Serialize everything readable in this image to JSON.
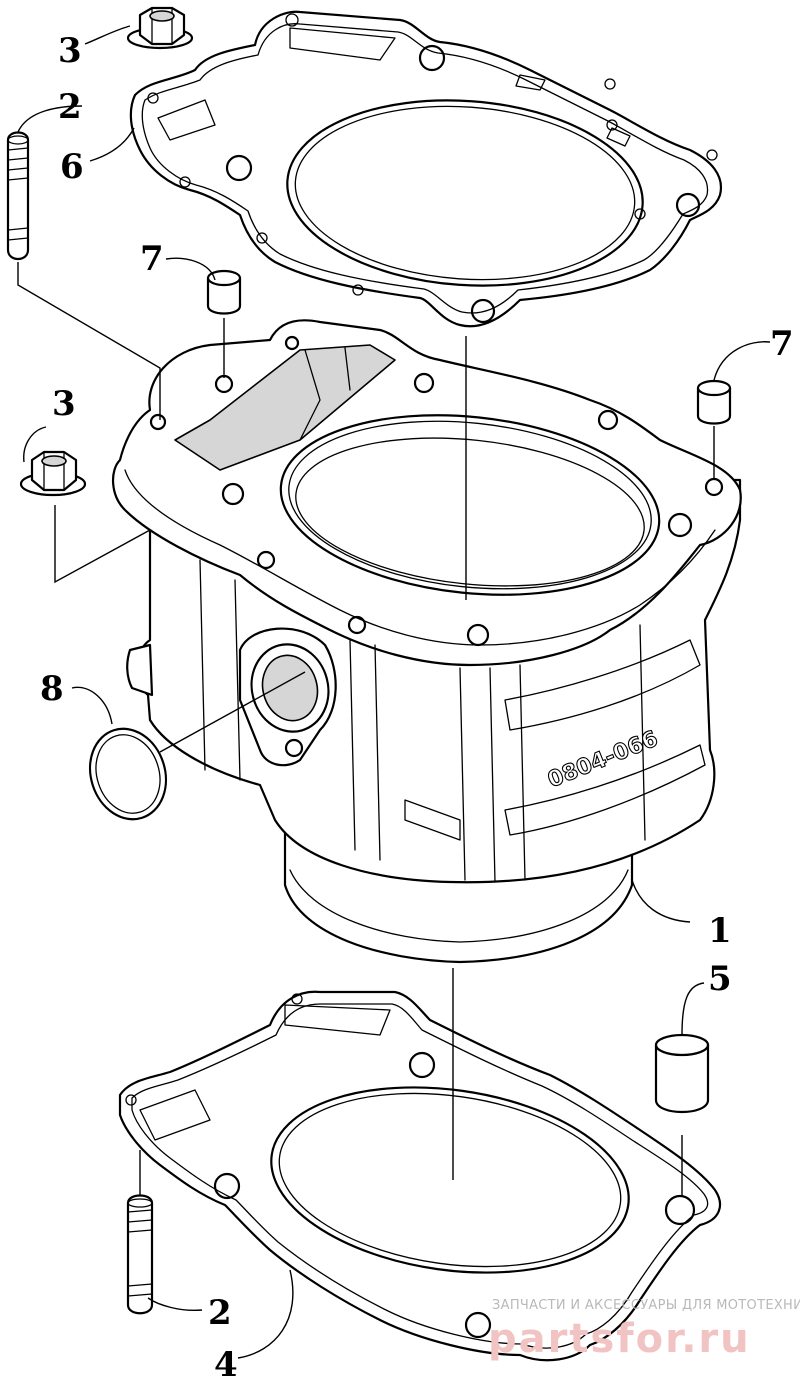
{
  "diagram": {
    "callouts": {
      "c3_top": "3",
      "c2_top": "2",
      "c6": "6",
      "c7_left": "7",
      "c7_right": "7",
      "c3_mid": "3",
      "c8": "8",
      "c1": "1",
      "c5": "5",
      "c2_bottom": "2",
      "c4": "4"
    },
    "cylinder_casting_mark": "0804-066",
    "watermark": {
      "caption": "ЗАПЧАСТИ И АКСЕССУАРЫ ДЛЯ МОТОТЕХНИКИ",
      "brand": "partsfor.ru"
    },
    "colors": {
      "line": "#000000",
      "background": "#ffffff",
      "watermark_brand": "#f2c3c3",
      "watermark_caption": "#b9b9b9"
    }
  }
}
